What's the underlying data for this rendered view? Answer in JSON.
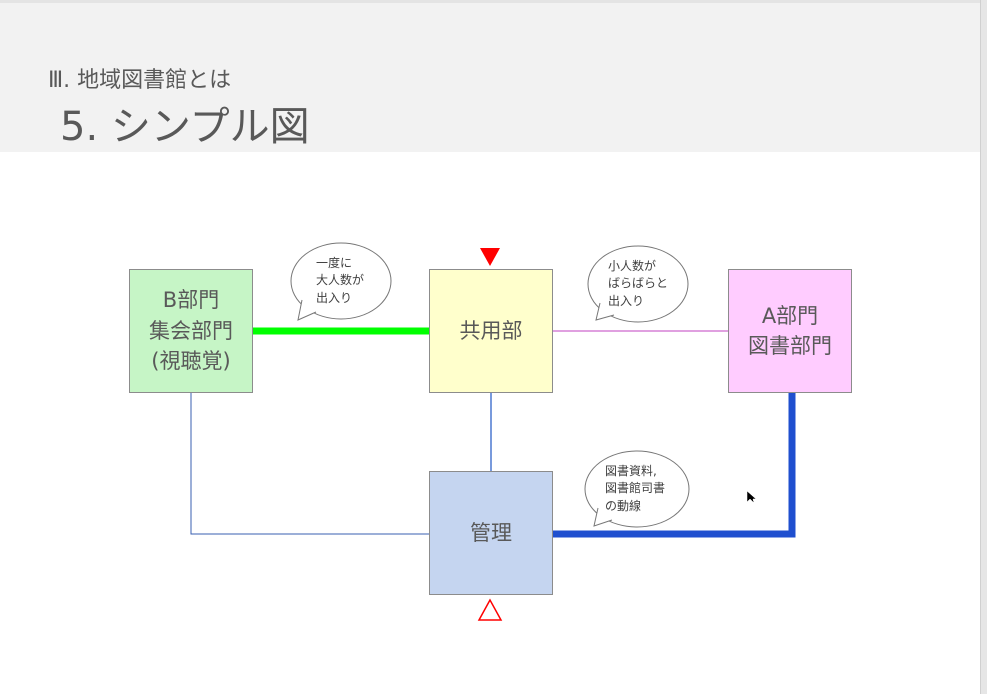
{
  "slide": {
    "subtitle": "Ⅲ. 地域図書館とは",
    "title": "5. シンプル図"
  },
  "boxes": {
    "b": "B部門\n集会部門\n(視聴覚)",
    "common": "共用部",
    "a": "A部門\n図書部門",
    "admin": "管理"
  },
  "bubbles": {
    "b_common": "一度に\n大人数が\n出入り",
    "common_a": "小人数が\nばらばらと\n出入り",
    "admin_a": "図書資料,\n図書館司書\nの動線"
  },
  "colors": {
    "b": "#c6f5c6",
    "common": "#ffffcc",
    "a": "#ffccff",
    "admin": "#c5d5f0",
    "green": "#00ff00",
    "blue": "#1f4fcf",
    "magenta": "#d040d0"
  }
}
